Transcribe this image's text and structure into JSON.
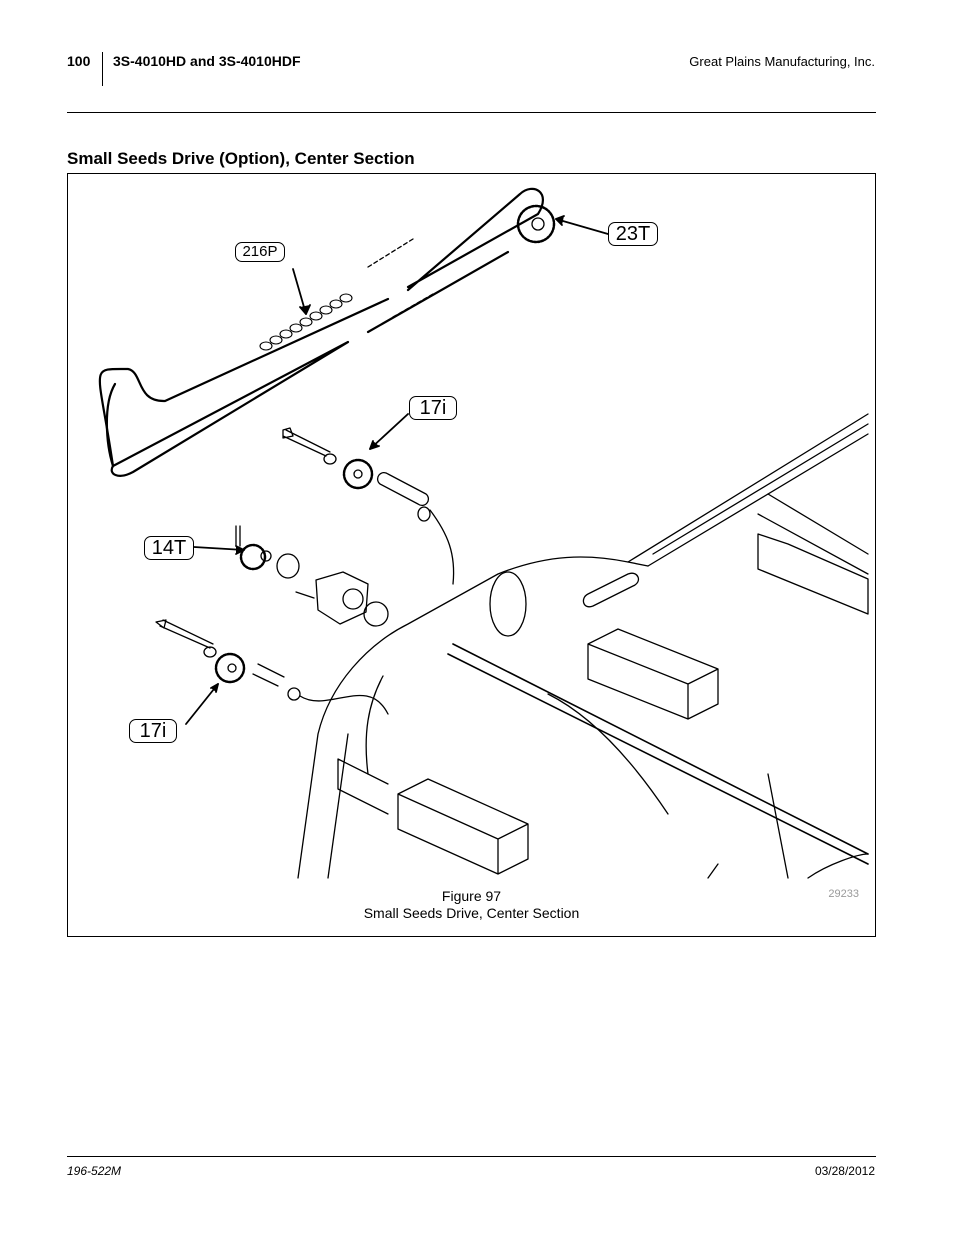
{
  "header": {
    "page_number": "100",
    "model": "3S-4010HD and 3S-4010HDF",
    "company": "Great Plains Manufacturing, Inc."
  },
  "section": {
    "title": "Small Seeds Drive (Option), Center Section"
  },
  "figure": {
    "caption_line1": "Figure 97",
    "caption_line2": "Small Seeds Drive, Center Section",
    "image_number": "29233",
    "callouts": {
      "chain": "216P",
      "top_sprocket": "23T",
      "upper_idler": "17i",
      "drive_sprocket": "14T",
      "lower_idler": "17i"
    }
  },
  "footer": {
    "doc_number": "196-522M",
    "date": "03/28/2012"
  }
}
